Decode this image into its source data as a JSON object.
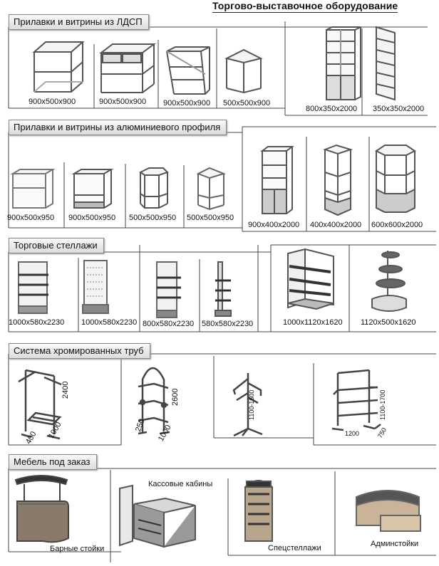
{
  "title": "Торгово-выставочное оборудование",
  "sections": [
    {
      "label": "Прилавки и витрины из ЛДСП",
      "items": [
        {
          "icon": "counter-shelf-icon",
          "dim": "900x500x900"
        },
        {
          "icon": "counter-drawers-icon",
          "dim": "900x500x900"
        },
        {
          "icon": "sloped-counter-icon",
          "dim": "900x500x900"
        },
        {
          "icon": "corner-counter-icon",
          "dim": "500x500x900"
        },
        {
          "icon": "tall-cabinet-icon",
          "dim": "800x350x2000"
        },
        {
          "icon": "corner-shelf-icon",
          "dim": "350x350x2000"
        }
      ]
    },
    {
      "label": "Прилавки и витрины из алюминиевого профиля",
      "items": [
        {
          "icon": "glass-counter-icon",
          "dim": "900x500x950"
        },
        {
          "icon": "glass-showcase-icon",
          "dim": "900x500x950"
        },
        {
          "icon": "hex-showcase-icon",
          "dim": "500x500x950"
        },
        {
          "icon": "corner-showcase-icon",
          "dim": "500x500x950"
        },
        {
          "icon": "tall-showcase-icon",
          "dim": "900x400x2000"
        },
        {
          "icon": "corner-tower-icon",
          "dim": "400x400x2000"
        },
        {
          "icon": "octagon-tower-icon",
          "dim": "600x600x2000"
        }
      ]
    },
    {
      "label": "Торговые стеллажи",
      "items": [
        {
          "icon": "wall-rack-icon",
          "dim": "1000x580x2230"
        },
        {
          "icon": "perforated-rack-icon",
          "dim": "1000x580x2230"
        },
        {
          "icon": "narrow-rack-icon",
          "dim": "800x580x2230"
        },
        {
          "icon": "pole-rack-icon",
          "dim": "580x580x2230"
        },
        {
          "icon": "island-rack-icon",
          "dim": "1000x1120x1620"
        },
        {
          "icon": "round-rack-icon",
          "dim": "1120x500x1620"
        }
      ]
    },
    {
      "label": "Система хромированных труб",
      "items": [
        {
          "icon": "tube-rack-icon",
          "d1": "2400",
          "d2": "1000",
          "d3": "400"
        },
        {
          "icon": "arch-rack-icon",
          "d1": "2600",
          "d2": "1000",
          "d3": "250"
        },
        {
          "icon": "tree-rack-icon",
          "d1": "1100-1600"
        },
        {
          "icon": "clothes-rail-icon",
          "d1": "1100-1700",
          "d2": "1200",
          "d3": "750"
        }
      ]
    },
    {
      "label": "Мебель под заказ",
      "items": [
        {
          "icon": "bar-counter-icon",
          "caption": "Барные стойки"
        },
        {
          "icon": "cashier-booth-icon",
          "caption": "Кассовые кабины"
        },
        {
          "icon": "special-rack-icon",
          "caption": "Спецстеллажи"
        },
        {
          "icon": "reception-desk-icon",
          "caption": "Админстойки"
        }
      ]
    }
  ]
}
